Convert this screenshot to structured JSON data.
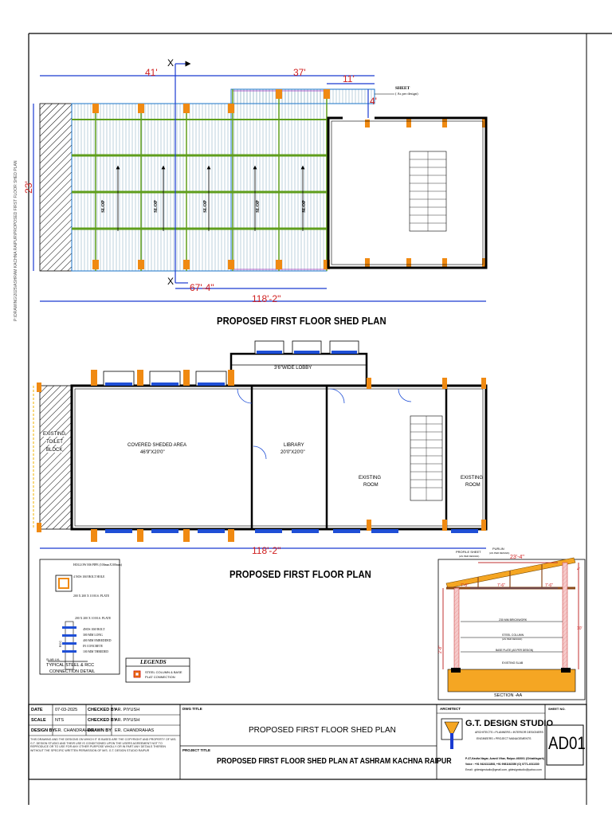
{
  "side_text": "P:\\DRAWING\\2025\\ASHRAM KACHNA RAIPUR\\PROPOSED FIRST FLOOR SHED PLAN",
  "shed_plan": {
    "title": "PROPOSED FIRST FLOOR SHED PLAN",
    "dim_top_left": "41'",
    "dim_top_mid": "37'",
    "dim_top_right": "11'",
    "dim_right_small": "4'",
    "dim_left": "23'",
    "dim_bottom_inner": "67'-4\"",
    "dim_overall": "118'-2\"",
    "section_marker": "X",
    "sheet_label": "SHEET",
    "sheet_note": "( As per design)",
    "slope_label": "SLOP"
  },
  "floor_plan": {
    "title": "PROPOSED FIRST FLOOR PLAN",
    "dim_overall": "118'-2\"",
    "lobby": "3'6\"WIDE LOBBY",
    "toilet_line1": "EXISTING",
    "toilet_line2": "TOILET",
    "toilet_line3": "BLOCK",
    "covered_line1": "COVERED SHEDED AREA",
    "covered_line2": "46'9\"X20'0\"",
    "library_line1": "LIBRARY",
    "library_line2": "20'0\"X20'0\"",
    "room1_line1": "EXISTING",
    "room1_line2": "ROOM",
    "room2_line1": "EXISTING",
    "room2_line2": "ROOM"
  },
  "detail": {
    "caption1": "TYPICAL STEEL & RCC",
    "caption2": "CONNECTION DETAIL",
    "n1": "HOLLOW MS PIPE (100mmX100mm)",
    "n2": "4 NOS 10Ø BOLT HOLE",
    "n3": "200 X 200 X 10 M.S. PLATE",
    "n4": "200 X 200 X 10 M.S. PLATE",
    "n5": "4NOS 10Ø BOLT",
    "n6": "300 MM LONG",
    "n7": "400 MM EMBEDDED",
    "n8": "IN CONCRETE",
    "n9": "100 MM THREDED",
    "slab": "SLAB LVL",
    "rcc": "RCC"
  },
  "legends": {
    "title": "LEGENDS",
    "item1": "STEEL COLUMN & BASE",
    "item2": "PLAT CONNECTION"
  },
  "section": {
    "title": "SECTION -AA",
    "profile_sheet": "PROFILE SHEET",
    "profile_note": "(AS PER DESIGN)",
    "purlin": "PURLIN",
    "purlin_note": "(AS PER DESIGN)",
    "span": "23'-4\"",
    "d1": "7'-6\"",
    "d2": "7'-6\"",
    "d3": "7'-6\"",
    "brickwork": "230 MM BRICKWORK",
    "steel_column": "STEEL COLUMN",
    "steel_column_note": "(AS PER DESIGN)",
    "base_plate": "BASE PLATE (AS PER DESIGN)",
    "existing_slab": "EXISTING SLAB",
    "h1": "4'",
    "h2": "10'",
    "h3": "2'-8\""
  },
  "title_block": {
    "date_label": "DATE",
    "date_value": "07-03-2025",
    "scale_label": "SCALE",
    "scale_value": "NTS",
    "design_label": "DESIGN BY",
    "design_value": "ER. CHANDRAHAS",
    "checked_label": "CHECKED BY",
    "checked_value1": "AR. PIYUSH",
    "checked_value2": "AR. PIYUSH",
    "drawn_label": "DRAWN BY",
    "drawn_value": "ER. CHANDRAHAS",
    "dwg_title_label": "DWG TITLE",
    "dwg_title": "PROPOSED FIRST FLOOR SHED PLAN",
    "project_title_label": "PROJECT TITLE",
    "project_title": "PROPOSED FIRST FLOOR SHED PLAN AT ASHRAM KACHNA RAIPUR",
    "architect_label": "ARCHITECT",
    "firm_name": "G.T. DESIGN STUDIO",
    "firm_tag1": "ARCHITECTS • PLANNERS • INTERIOR DESIGNERS",
    "firm_tag2": "ENGINEERS • PROJECT MANAGEMENTS",
    "firm_addr": "P-37,Kavita Nagar, Avanti Vihar, Raipur-492001 (Chhattisgarh)",
    "firm_phone": "Voice : +91 9424111808, +91 9981162350 (O) 0771-4011330",
    "firm_email": "Email : gtdesignstudio@gmail.com, gtdesignstudio@yahoo.com",
    "sheet_no_label": "SHEET NO.",
    "sheet_no": "AD01",
    "disclaimer": "THIS DRAWING AND THE DESIGNS ON WHICH IT IS BASED ARE THE COPYRIGHT AND PROPERTY OF M/S. G.T. DESIGN STUDIO AND THEIR USE IS CONDITIONED UPON THE USERS AGREEMENT NOT TO REPRODUCE OR TO USE FOR ANY OTHER PURPOSE WHOLLY OR IN PART ANY DETAILS THEREIN WITHOUT THE SPECIFIC WRITTEN PERMISSION OF M/S. G.T. DESIGN STUDIO RAIPUR"
  }
}
